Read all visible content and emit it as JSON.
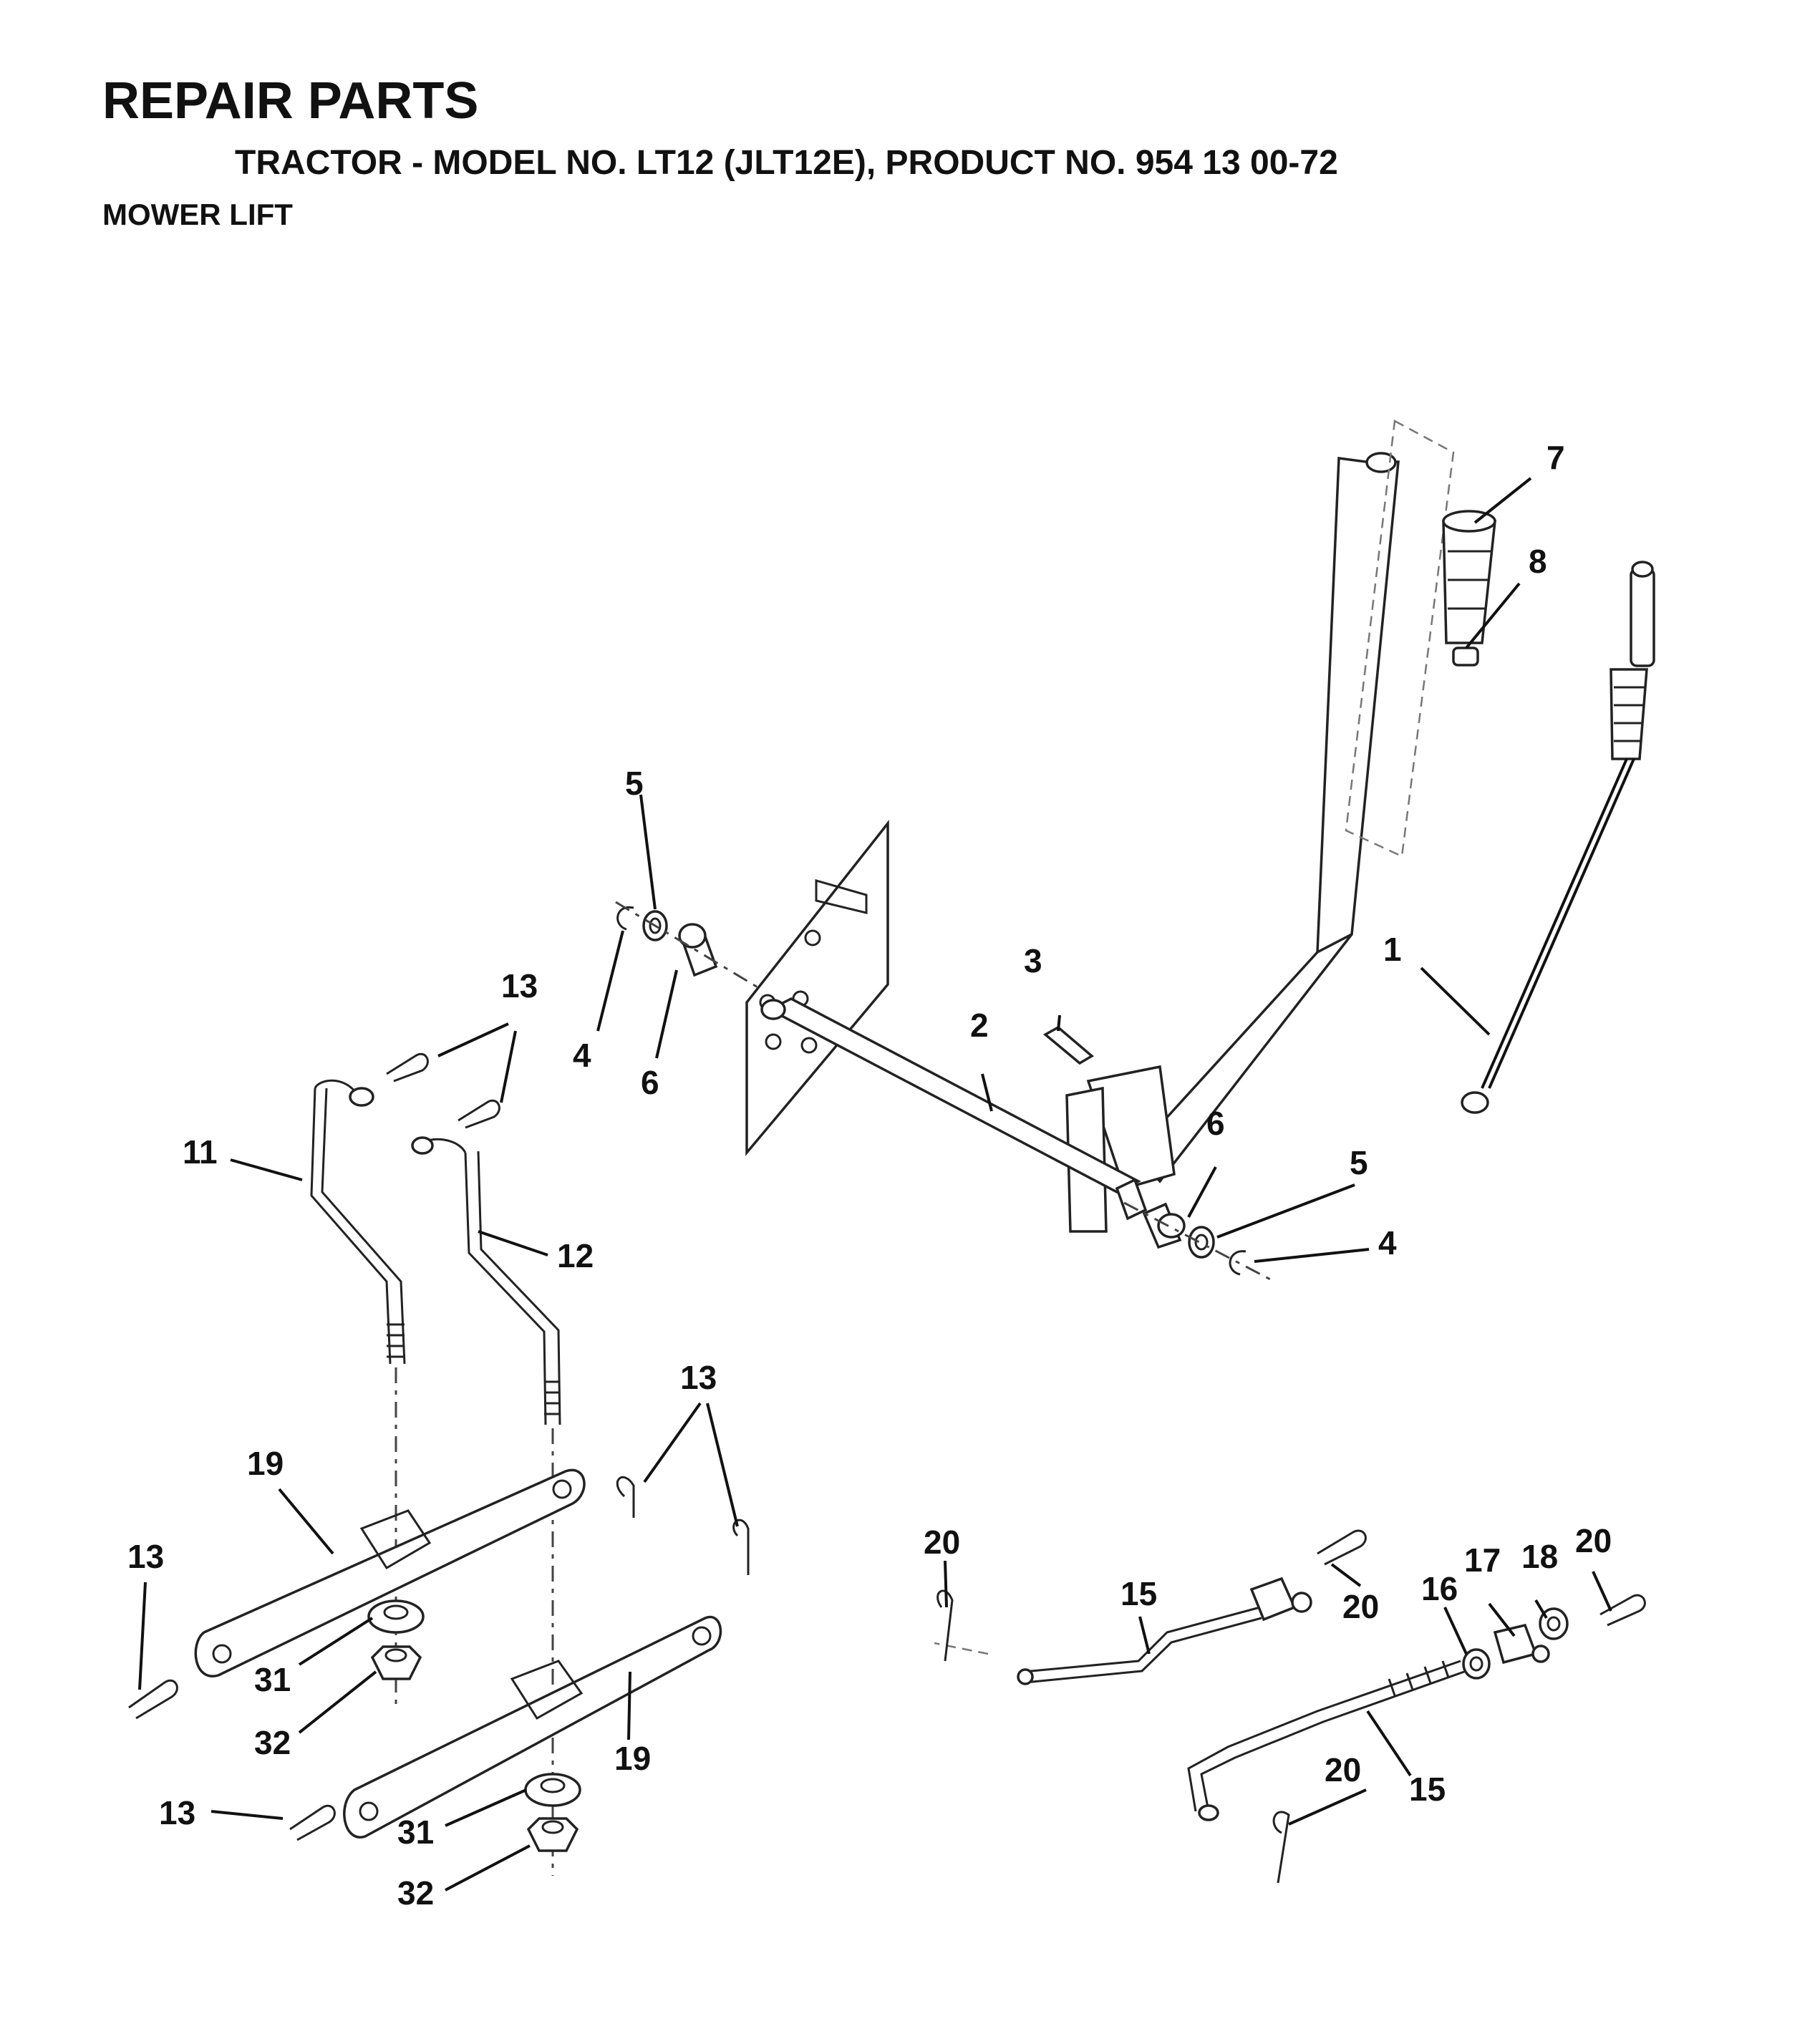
{
  "header": {
    "title": "REPAIR PARTS",
    "subtitle": "TRACTOR - MODEL NO. LT12 (JLT12E), PRODUCT NO. 954 13 00-72",
    "section": "MOWER LIFT"
  },
  "callouts": {
    "c1": "1",
    "c2": "2",
    "c3": "3",
    "c4a": "4",
    "c4b": "4",
    "c5a": "5",
    "c5b": "5",
    "c6a": "6",
    "c6b": "6",
    "c7": "7",
    "c8": "8",
    "c11": "11",
    "c12": "12",
    "c13a": "13",
    "c13b": "13",
    "c13c": "13",
    "c13d": "13",
    "c15a": "15",
    "c15b": "15",
    "c16": "16",
    "c17": "17",
    "c18": "18",
    "c19a": "19",
    "c19b": "19",
    "c20a": "20",
    "c20b": "20",
    "c20c": "20",
    "c20d": "20",
    "c31a": "31",
    "c31b": "31",
    "c32a": "32",
    "c32b": "32"
  }
}
